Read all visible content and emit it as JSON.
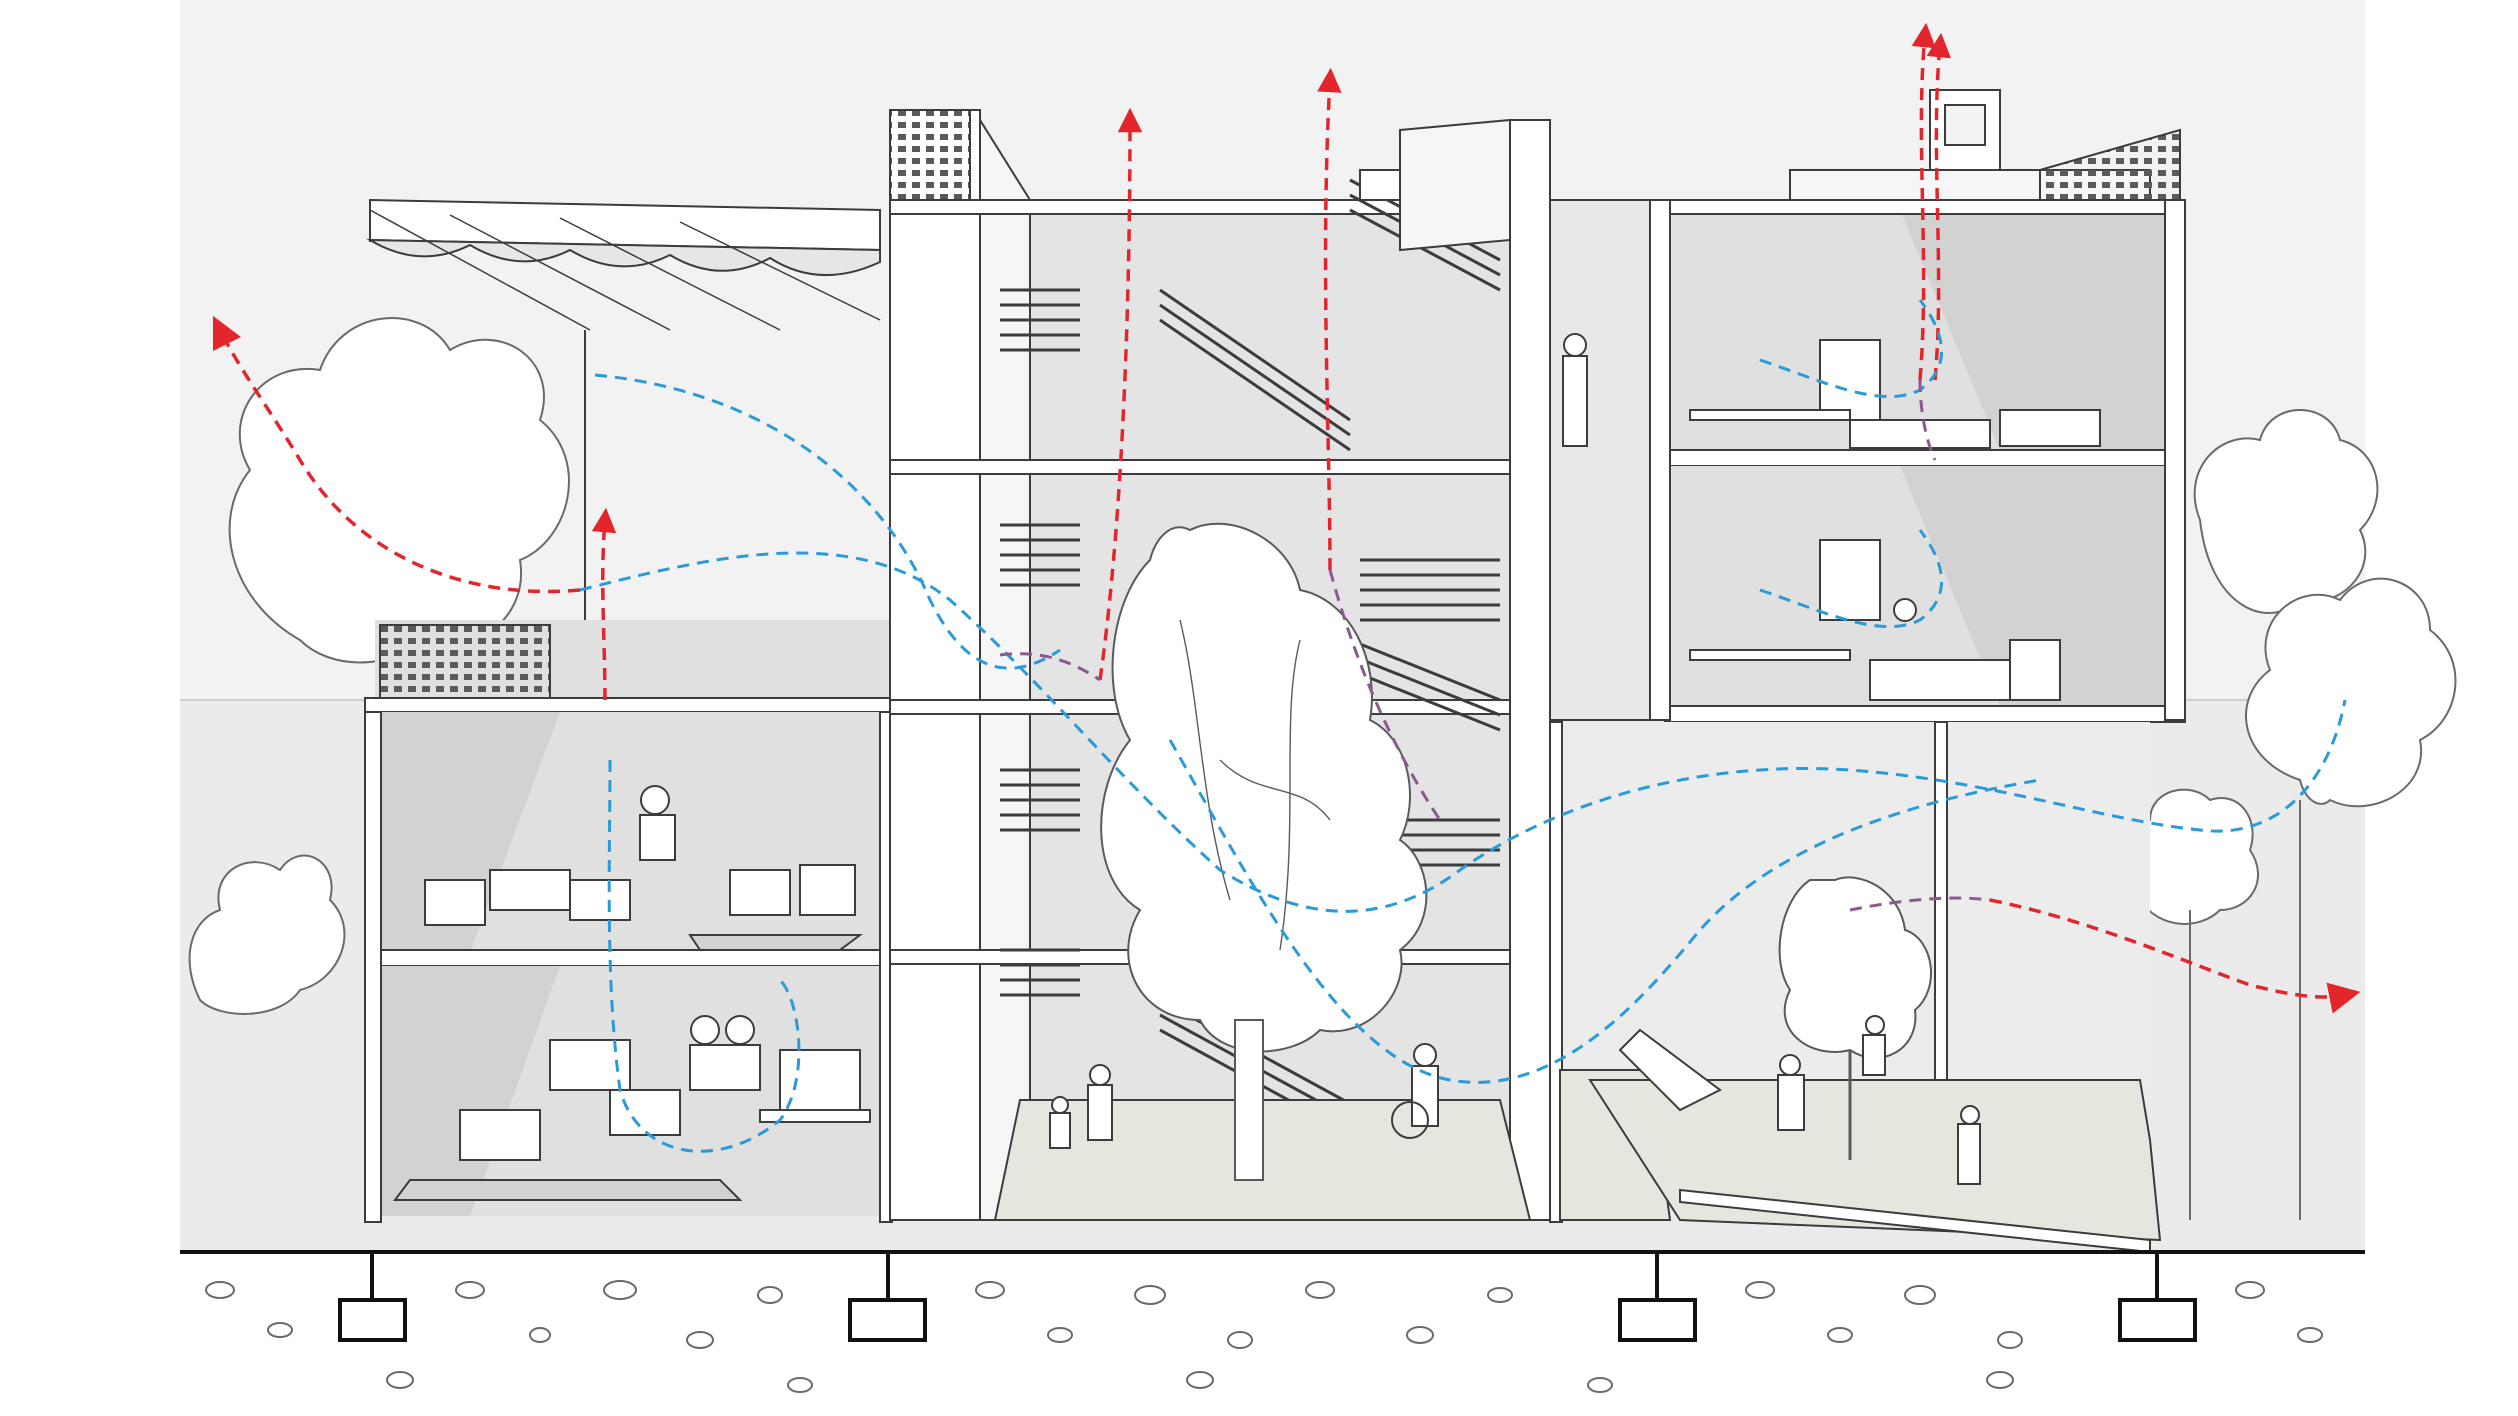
{
  "colors": {
    "background": "#ffffff",
    "sky": "#f2f2f2",
    "ground": "#ebebeb",
    "interior": "#e0e0e0",
    "interior_shade": "#d2d2d2",
    "slab": "#ffffff",
    "line": "#3c3c3c",
    "tree": "#ffffff",
    "warm_air": "#e3262b",
    "cool_air": "#2a9ad8",
    "mixed_air": "#8a5a8f",
    "courtyard_floor": "#e6e6de"
  },
  "drawing": {
    "type": "building-section",
    "floors": 4,
    "airflow_legend": [],
    "hot_air_exits": 7,
    "cool_air_paths": 6
  }
}
